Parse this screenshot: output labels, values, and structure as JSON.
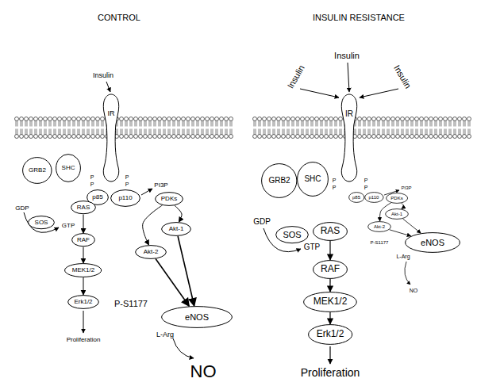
{
  "diagram": {
    "nodes": [
      {
        "text": [
          "IR"
        ]
      },
      {
        "text": [
          "GRB2"
        ]
      },
      {
        "text": [
          "SHC"
        ]
      },
      {
        "text": [
          "p85"
        ]
      },
      {
        "text": [
          "p110"
        ]
      },
      {
        "text": [
          "PDKs"
        ]
      },
      {
        "text": [
          "Akt-1"
        ]
      },
      {
        "text": [
          "Akt-2"
        ]
      },
      {
        "text": [
          "SOS"
        ]
      },
      {
        "text": [
          "RAS"
        ]
      },
      {
        "text": [
          "RAF"
        ]
      },
      {
        "text": [
          "MEK1/2"
        ]
      },
      {
        "text": [
          "Erk1/2"
        ]
      },
      {
        "text": [
          "eNOS"
        ]
      },
      {
        "text": [
          "IR"
        ]
      },
      {
        "text": [
          "GRB2"
        ]
      },
      {
        "text": [
          "SHC"
        ]
      },
      {
        "text": [
          "p85"
        ]
      },
      {
        "text": [
          "p110"
        ]
      },
      {
        "text": [
          "PDKs"
        ]
      },
      {
        "text": [
          "Akt-1"
        ]
      },
      {
        "text": [
          "Akt-2"
        ]
      },
      {
        "text": [
          "SOS"
        ]
      },
      {
        "text": [
          "RAS"
        ]
      },
      {
        "text": [
          "RAF"
        ]
      },
      {
        "text": [
          "MEK1/2"
        ]
      },
      {
        "text": [
          "Erk1/2"
        ]
      },
      {
        "text": [
          "eNOS"
        ]
      }
    ],
    "edges": [
      {
        "from": 9,
        "to": 10,
        "arrow": "to"
      },
      {
        "from": 10,
        "to": 11,
        "arrow": "to"
      },
      {
        "from": 11,
        "to": 12,
        "arrow": "to"
      },
      {
        "from": 5,
        "to": 6,
        "arrow": "to"
      },
      {
        "from": 5,
        "to": 7,
        "arrow": "to"
      },
      {
        "from": 6,
        "to": 13,
        "arrow": "to"
      },
      {
        "from": 7,
        "to": 13,
        "arrow": "to"
      },
      {
        "from": 23,
        "to": 24,
        "arrow": "to"
      },
      {
        "from": 24,
        "to": 25,
        "arrow": "to"
      },
      {
        "from": 25,
        "to": 26,
        "arrow": "to"
      },
      {
        "from": 19,
        "to": 20,
        "arrow": "to"
      },
      {
        "from": 19,
        "to": 21,
        "arrow": "to"
      },
      {
        "from": 20,
        "to": 27,
        "arrow": "to"
      },
      {
        "from": 21,
        "to": 27,
        "arrow": "to"
      }
    ],
    "labels": [
      "CONTROL",
      "INSULIN RESISTANCE",
      "Insulin",
      "P",
      "P",
      "P",
      "P",
      "PI3P",
      "GDP",
      "GTP",
      "Proliferation",
      "P-S1177",
      "L-Arg",
      "NO",
      "Insulin",
      "Insulin",
      "Insulin",
      "P",
      "P",
      "P",
      "P",
      "PI3P",
      "GDP",
      "GTP",
      "Proliferation",
      "P-S1177",
      "L-Arg",
      "NO"
    ]
  }
}
